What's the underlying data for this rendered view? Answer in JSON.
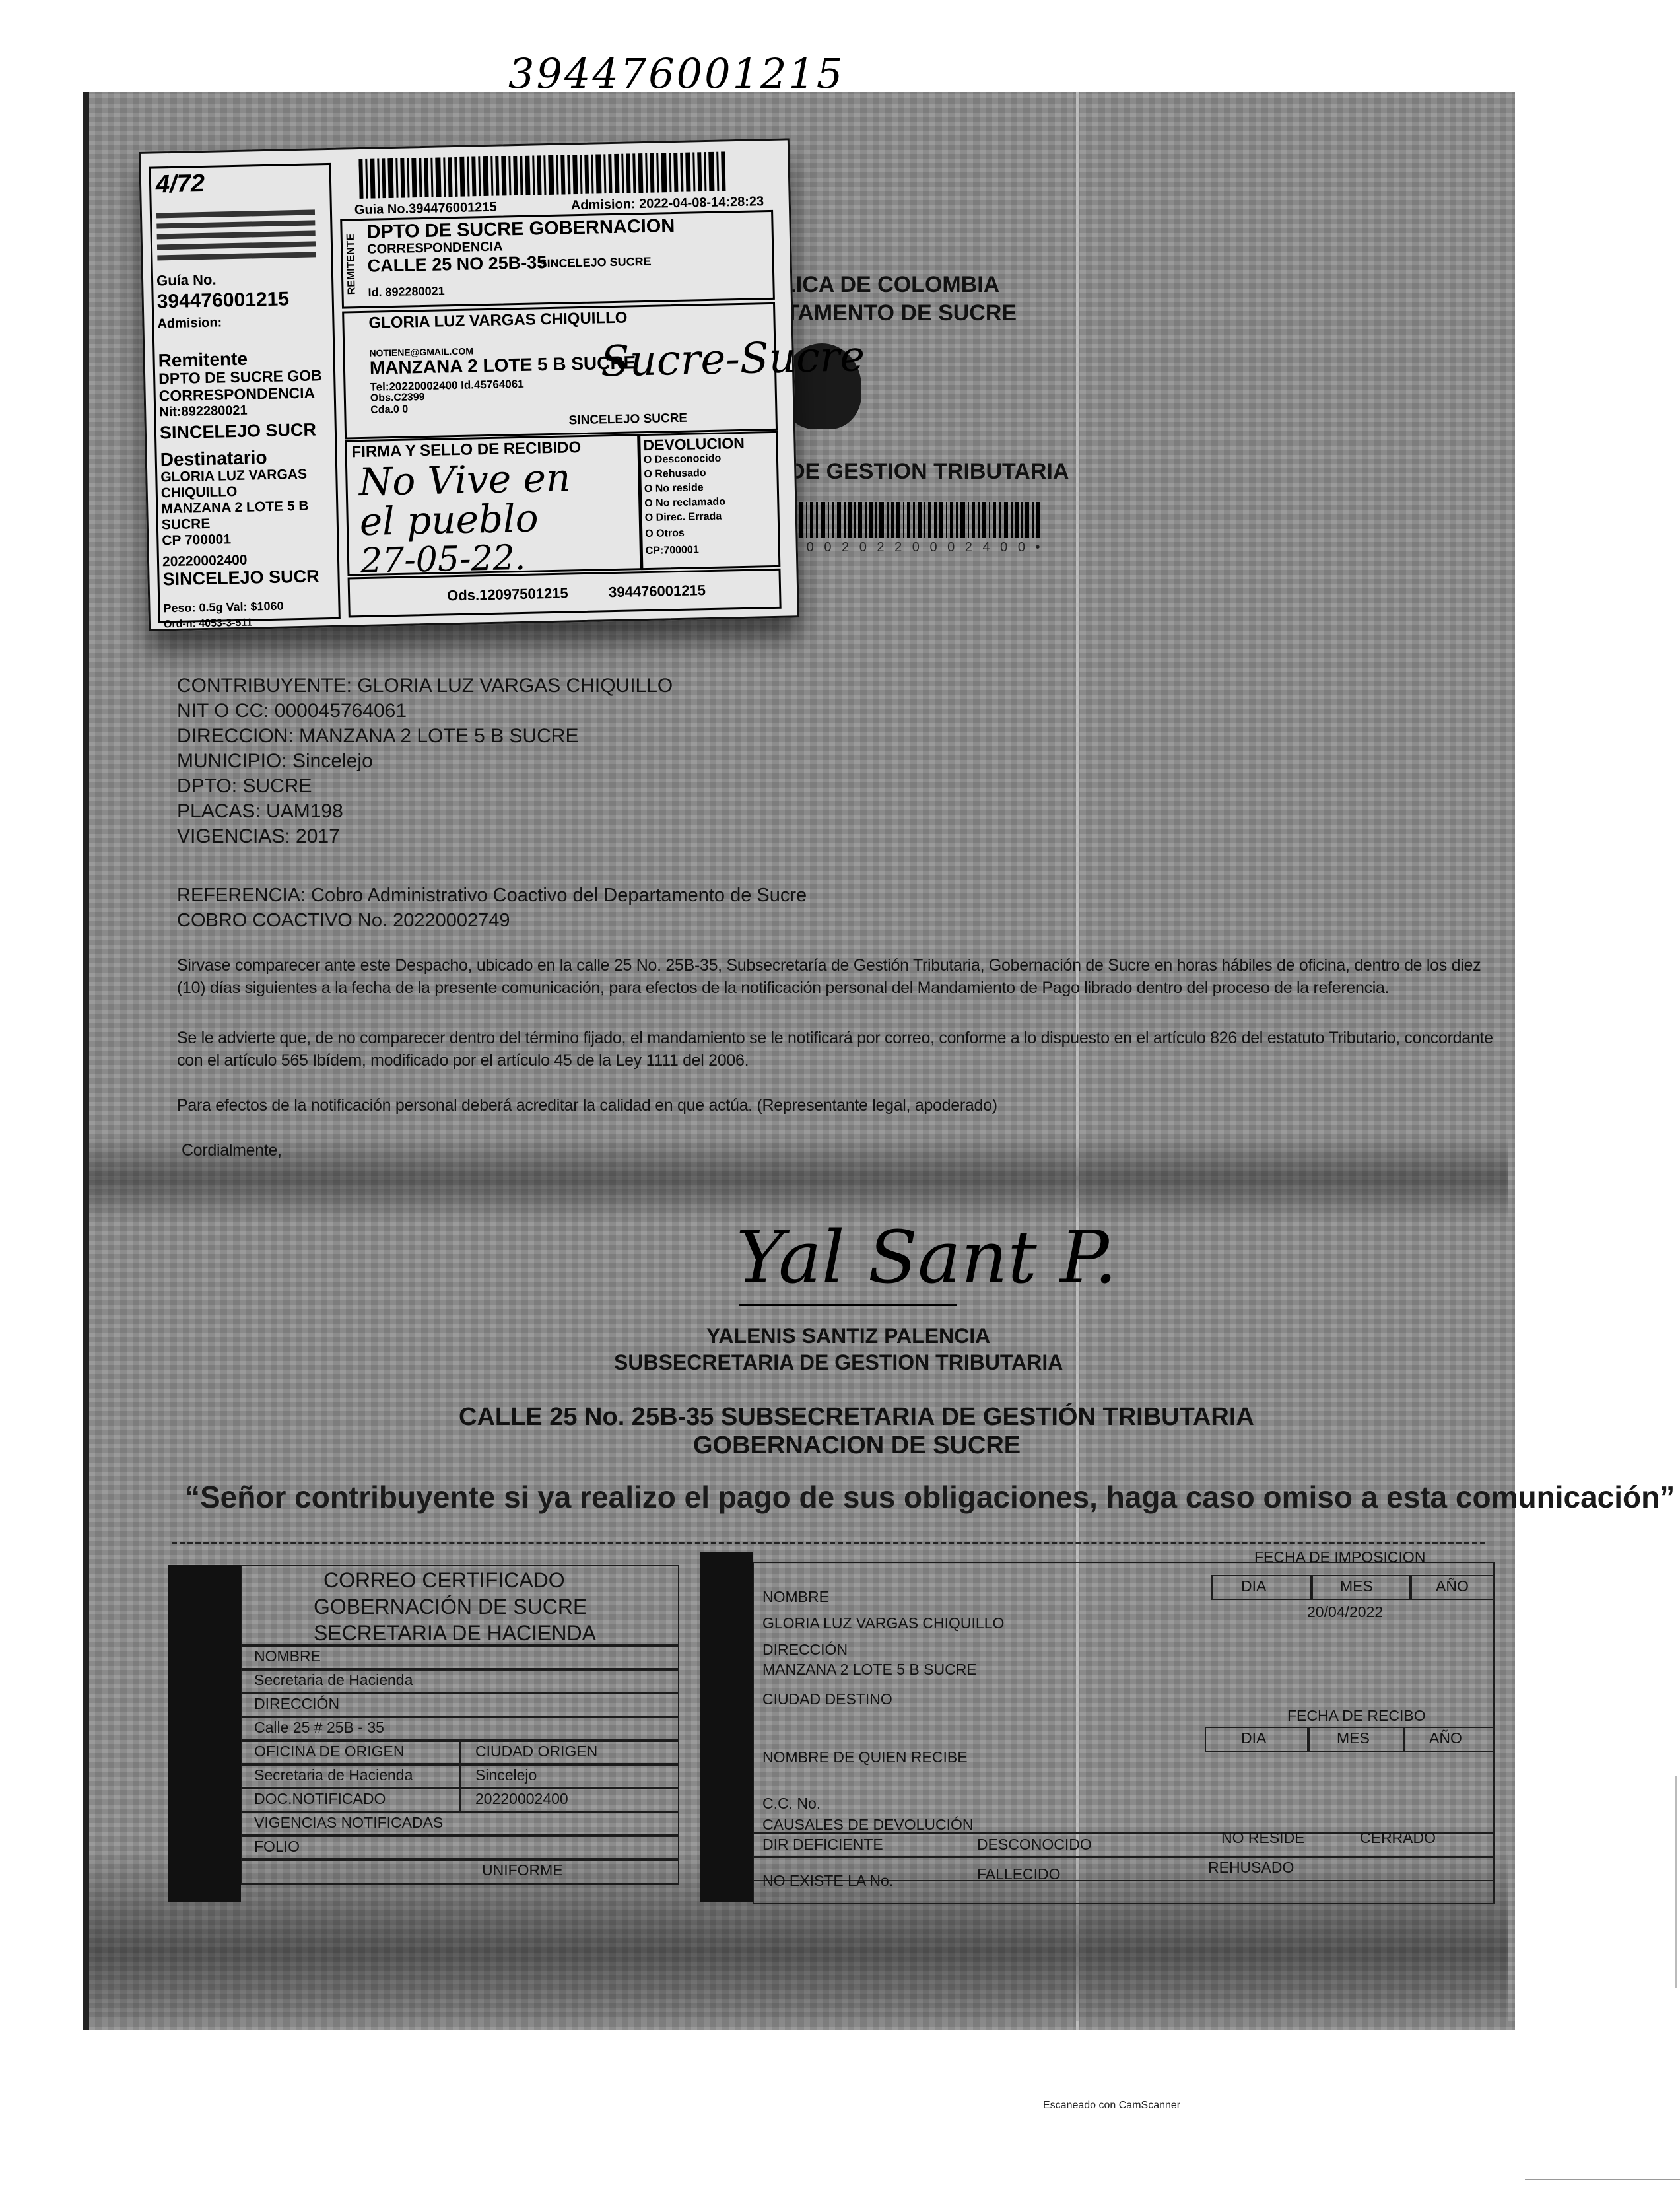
{
  "handwritten_number": "394476001215",
  "label": {
    "logo": "4/72",
    "guia_lbl": "Guía No.",
    "guia": "394476001215",
    "admision_lbl": "Admision:",
    "remitente": {
      "title": "Remitente",
      "line1": "DPTO DE SUCRE GOB",
      "line2": "CORRESPONDENCIA",
      "line3": "Nit:892280021",
      "line4": "SINCELEJO SUCR"
    },
    "destinatario": {
      "title": "Destinatario",
      "line1": "GLORIA LUZ VARGAS",
      "line2": "CHIQUILLO",
      "line3": "MANZANA 2 LOTE 5 B",
      "line4": "SUCRE",
      "line5": "CP 700001",
      "line6": "20220002400",
      "line7": "SINCELEJO SUCR"
    },
    "peso": "Peso: 0.5g Val: $1060",
    "orden": "Ord-n: 4053-3-511",
    "guia_no_top": "Guia No.394476001215",
    "admision_top": "Admision: 2022-04-08-14:28:23",
    "remitente_side": "REMITENTE",
    "rem_box": {
      "l1": "DPTO DE SUCRE GOBERNACION",
      "l2": "CORRESPONDENCIA",
      "l3": "CALLE 25 NO 25B-35",
      "l4": "SINCELEJO SUCRE",
      "l5": "Id. 892280021"
    },
    "des_box": {
      "l1": "GLORIA LUZ VARGAS CHIQUILLO",
      "l2": "NOTIENE@GMAIL.COM",
      "l3": "MANZANA 2 LOTE 5 B SUCRE",
      "l4": "Tel:20220002400 Id.45764061",
      "l5": "Obs.C2399",
      "l6": "Cda.0 0",
      "l7": "SINCELEJO SUCRE"
    },
    "hand_city": "Sucre-Sucre",
    "firma_lbl": "FIRMA Y SELLO DE RECIBIDO",
    "hand_note_1": "No Vive en",
    "hand_note_2": "el pueblo",
    "hand_date": "27-05-22.",
    "devolucion": {
      "title": "DEVOLUCION",
      "options": [
        "O Desconocido",
        "O Rehusado",
        "O No reside",
        "O No reclamado",
        "O Direc. Errada",
        "O Otros"
      ],
      "cp": "CP:700001"
    },
    "ods": "Ods.12097501215",
    "guia_bottom": "394476001215"
  },
  "header": {
    "l1": "LICA DE COLOMBIA",
    "l2": "TAMENTO DE SUCRE",
    "l3": "DE GESTION TRIBUTARIA",
    "barcode_digits": "0 0 0 2 0 2 2 0 0 0 2 4 0 0 •"
  },
  "recipient": {
    "contribuyente": "CONTRIBUYENTE: GLORIA LUZ VARGAS CHIQUILLO",
    "nit": "NIT O CC: 000045764061",
    "direccion": "DIRECCION: MANZANA 2 LOTE 5 B SUCRE",
    "municipio": "MUNICIPIO: Sincelejo",
    "dpto": "DPTO: SUCRE",
    "placas": "PLACAS: UAM198",
    "vigencias": "VIGENCIAS: 2017"
  },
  "reference": {
    "line1": "REFERENCIA: Cobro Administrativo Coactivo del Departamento de Sucre",
    "line2": "COBRO COACTIVO No. 20220002749"
  },
  "paragraphs": {
    "p1a": "Sirvase comparecer ante este Despacho, ubicado en la calle 25 No. 25B-35, Subsecretaría de Gestión Tributaria, Gobernación de Sucre en horas hábiles de oficina, dentro de los diez",
    "p1b": "(10) días siguientes a la fecha de la presente comunicación, para efectos de la notificación personal del Mandamiento de Pago librado dentro del proceso de la referencia.",
    "p2a": "Se le advierte que, de no comparecer dentro del término fijado, el mandamiento se le notificará por correo, conforme a lo dispuesto en el artículo 826 del estatuto Tributario, concordante",
    "p2b": "con el artículo 565 Ibídem, modificado por el artículo 45 de la Ley 1111 del 2006.",
    "p3": "Para efectos de la notificación personal deberá acreditar la calidad en que actúa. (Representante legal, apoderado)",
    "closing": "Cordialmente,"
  },
  "signature": {
    "hand": "Yal Sant P.",
    "name": "YALENIS SANTIZ PALENCIA",
    "title": "SUBSECRETARIA DE GESTION TRIBUTARIA"
  },
  "address": {
    "l1": "CALLE 25 No. 25B-35 SUBSECRETARIA DE GESTIÓN TRIBUTARIA",
    "l2": "GOBERNACION DE SUCRE"
  },
  "notice": "“Señor contribuyente si ya realizo el pago de sus obligaciones, haga caso omiso a esta comunicación”",
  "form_left": {
    "t1": "CORREO CERTIFICADO",
    "t2": "GOBERNACIÓN DE SUCRE",
    "t3": "SECRETARIA DE HACIENDA",
    "nombre_lbl": "NOMBRE",
    "nombre_val": "Secretaria de Hacienda",
    "direccion_lbl": "DIRECCIÓN",
    "direccion_val": "Calle 25 # 25B - 35",
    "oficina_lbl": "OFICINA DE ORIGEN",
    "ciudad_lbl": "CIUDAD ORIGEN",
    "oficina_val": "Secretaria de Hacienda",
    "ciudad_val": "Sincelejo",
    "doc_lbl": "DOC.NOTIFICADO",
    "doc_val": "20220002400",
    "vig_lbl": "VIGENCIAS NOTIFICADAS",
    "folio_lbl": "FOLIO",
    "unifor_lbl": "UNIFORME"
  },
  "form_right": {
    "fecha_imp": "FECHA DE IMPOSICION",
    "dia": "DIA",
    "mes": "MES",
    "ano": "AÑO",
    "fecha_val": "20/04/2022",
    "nombre_lbl": "NOMBRE",
    "nombre_val": "GLORIA LUZ VARGAS CHIQUILLO",
    "direccion_lbl": "DIRECCIÓN",
    "direccion_val": "MANZANA 2 LOTE 5 B SUCRE",
    "ciudad_lbl": "CIUDAD DESTINO",
    "fecha_rec": "FECHA DE RECIBO",
    "quien_lbl": "NOMBRE DE QUIEN RECIBE",
    "cc_lbl": "C.C. No.",
    "causales": "CAUSALES DE DEVOLUCIÓN",
    "dir_def": "DIR DEFICIENTE",
    "desconocido": "DESCONOCIDO",
    "no_reside": "NO RESIDE",
    "cerrado": "CERRADO",
    "no_existe": "NO EXISTE LA No.",
    "fallecido": "FALLECIDO",
    "rehusado": "REHUSADO"
  },
  "footer": "Escaneado con CamScanner"
}
